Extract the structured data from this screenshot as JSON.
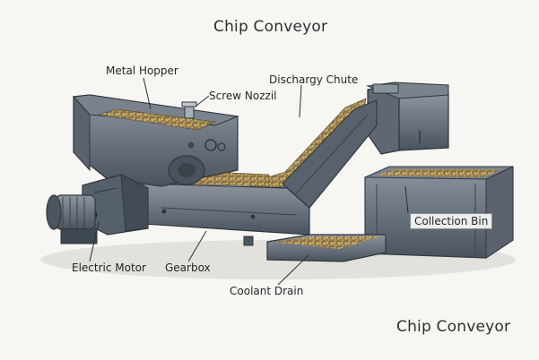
{
  "diagram": {
    "title": "Chip Conveyor",
    "footer_title": "Chip Conveyor",
    "labels": {
      "metal_hopper": "Metal Hopper",
      "screw_nozzle": "Screw Nozzil",
      "discharge_chute": "Dischargy Chute",
      "collection_bin": "Collection Bin",
      "electric_motor": "Electric Motor",
      "gearbox": "Gearbox",
      "coolant_drain": "Coolant Drain"
    },
    "colors": {
      "steel_dark": "#4b5560",
      "steel_mid": "#6d7782",
      "steel_light": "#9aa3ac",
      "chips": "#b59a5c",
      "motor_blue": "#3e4f60"
    }
  }
}
